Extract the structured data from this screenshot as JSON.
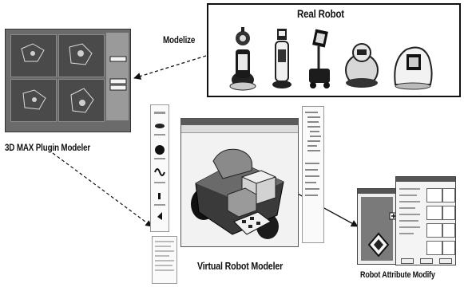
{
  "labels": {
    "real_robot": "Real Robot",
    "modelize": "Modelize",
    "max_plugin": "3D MAX Plugin Modeler",
    "virtual_modeler": "Virtual Robot Modeler",
    "attribute_modify": "Robot Attribute Modify"
  },
  "robots": [
    "robot-1",
    "robot-2",
    "robot-3",
    "robot-4",
    "robot-5"
  ],
  "colors": {
    "ink": "#111111",
    "screen_dark": "#4a4a4a",
    "screen_light": "#f2f2f2"
  }
}
